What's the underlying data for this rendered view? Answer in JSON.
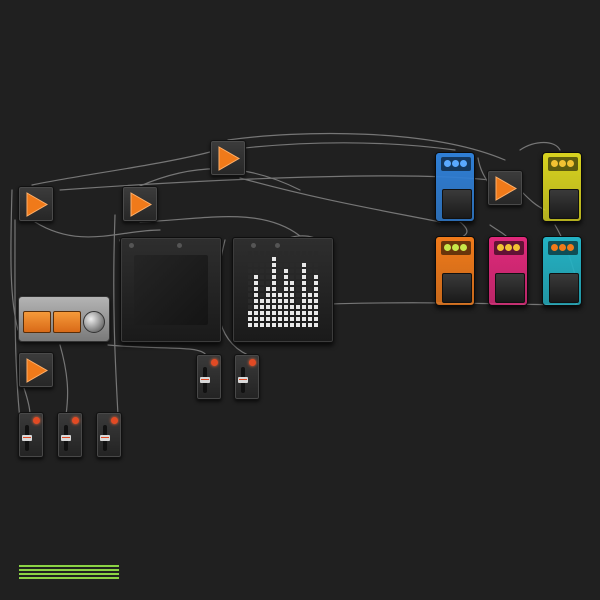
{
  "app": {
    "background": "#202020",
    "accent_orange": "#f07a1a",
    "cable_color": "#7a7a7a",
    "status_color": "#8bd344"
  },
  "icons": {
    "play": "play-triangle-icon",
    "fader": "fader-slider-icon",
    "knob": "rotary-knob-icon"
  },
  "pedals": [
    {
      "name": "blue-pedal",
      "color": "#2f7fd6",
      "knob_color": "#5aa9ff",
      "label": ""
    },
    {
      "name": "yellow-pedal",
      "color": "#d8d31f",
      "knob_color": "#f2c233",
      "label": ""
    },
    {
      "name": "orange-pedal",
      "color": "#f07a1a",
      "knob_color": "#c8e84a",
      "label": ""
    },
    {
      "name": "pink-pedal",
      "color": "#e0287a",
      "knob_color": "#f2c233",
      "label": ""
    },
    {
      "name": "teal-pedal",
      "color": "#23b2c4",
      "knob_color": "#f07a1a",
      "label": ""
    }
  ]
}
